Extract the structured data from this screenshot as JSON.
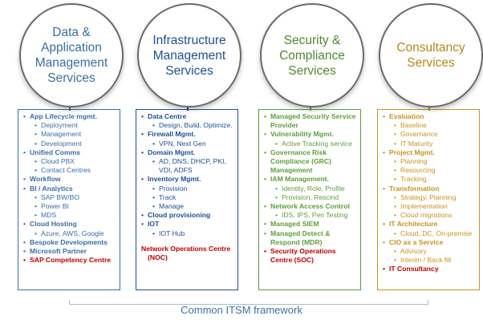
{
  "columns": [
    {
      "title": "Data &\nApplication\nManagement\nServices",
      "accent": "#3a6ea5",
      "title_color": "#3a6ea5",
      "items": [
        {
          "text": "App Lifecycle mgmt.",
          "level": 0
        },
        {
          "text": "Deployment",
          "level": 1
        },
        {
          "text": "Management",
          "level": 1
        },
        {
          "text": "Development",
          "level": 1
        },
        {
          "text": "Unified Comms",
          "level": 0
        },
        {
          "text": "Cloud PBX",
          "level": 1
        },
        {
          "text": "Contact Centres",
          "level": 1
        },
        {
          "text": "Workflow",
          "level": 0
        },
        {
          "text": "BI / Analytics",
          "level": 0
        },
        {
          "text": "SAP BW/BO",
          "level": 1
        },
        {
          "text": "Power BI",
          "level": 1
        },
        {
          "text": "MDS",
          "level": 1
        },
        {
          "text": "Cloud Hosting",
          "level": 0
        },
        {
          "text": "Azure, AWS, Google",
          "level": 1
        },
        {
          "text": "Bespoke Developments",
          "level": 0
        },
        {
          "text": "Microsoft Partner",
          "level": 0
        },
        {
          "text": "SAP Competency Centre",
          "level": 0,
          "red": true
        }
      ]
    },
    {
      "title": "Infrastructure\nManagement\nServices",
      "accent": "#1f4e9a",
      "title_color": "#1f4e9a",
      "items": [
        {
          "text": "Data Centre",
          "level": 0
        },
        {
          "text": "Design, Build, Optimize.",
          "level": 1
        },
        {
          "text": "Firewall Mgmt.",
          "level": 0
        },
        {
          "text": "VPN, Next Gen",
          "level": 1
        },
        {
          "text": "Domain Mgmt.",
          "level": 0
        },
        {
          "text": "AD, DNS, DHCP, PKI, VDI, ADFS",
          "level": 1
        },
        {
          "text": "Inventory Mgmt.",
          "level": 0
        },
        {
          "text": "Provision",
          "level": 1
        },
        {
          "text": "Track",
          "level": 1
        },
        {
          "text": "Manage",
          "level": 1
        },
        {
          "text": "Cloud provisioning",
          "level": 0
        },
        {
          "text": "IOT",
          "level": 0
        },
        {
          "text": "IOT Hub",
          "level": 1
        },
        {
          "text": "",
          "level": "gap"
        },
        {
          "text": "Network Operations Centre (NOC)",
          "level": 0,
          "red": true,
          "nobullet": true
        }
      ]
    },
    {
      "title": "Security &\nCompliance\nServices",
      "accent": "#5d9e3a",
      "title_color": "#4e8a2e",
      "items": [
        {
          "text": "Managed Security Service Provider",
          "level": 0
        },
        {
          "text": "Vulnerability Mgmt.",
          "level": 0
        },
        {
          "text": "Active Tracking service",
          "level": 1
        },
        {
          "text": "Governance Risk Compliance (GRC) Management",
          "level": 0
        },
        {
          "text": "IAM Management.",
          "level": 0
        },
        {
          "text": "Identity, Role, Profile",
          "level": 1
        },
        {
          "text": "Provision, Rescind",
          "level": 1
        },
        {
          "text": "Network Access Control",
          "level": 0
        },
        {
          "text": "IDS, IPS, Pen Testing",
          "level": 1
        },
        {
          "text": "Managed SIEM",
          "level": 0
        },
        {
          "text": "Managed Detect & Respond (MDR)",
          "level": 0
        },
        {
          "text": "Security Operations Centre (SOC)",
          "level": 0,
          "red": true
        }
      ]
    },
    {
      "title": "Consultancy\nServices",
      "accent": "#c8931e",
      "title_color": "#b8861c",
      "items": [
        {
          "text": "Evaluation",
          "level": 0
        },
        {
          "text": "Baseline",
          "level": 1
        },
        {
          "text": "Governance",
          "level": 1
        },
        {
          "text": "IT Maturity",
          "level": 1
        },
        {
          "text": "Project Mgmt.",
          "level": 0
        },
        {
          "text": "Planning",
          "level": 1
        },
        {
          "text": "Resourcing",
          "level": 1
        },
        {
          "text": "Tracking",
          "level": 1
        },
        {
          "text": "Transformation",
          "level": 0
        },
        {
          "text": "Strategy, Planning",
          "level": 1
        },
        {
          "text": "Implementation",
          "level": 1
        },
        {
          "text": "Cloud migrations",
          "level": 1
        },
        {
          "text": "IT Architecture",
          "level": 0
        },
        {
          "text": "Cloud, DC, On-premise",
          "level": 1
        },
        {
          "text": "CIO as a Service",
          "level": 0
        },
        {
          "text": "Advisory",
          "level": 1
        },
        {
          "text": "Interim / Back fill",
          "level": 1
        },
        {
          "text": "IT Consultancy",
          "level": 0,
          "red": true
        }
      ]
    }
  ],
  "footer": "Common ITSM framework",
  "colors": {
    "red": "#c00000",
    "footer": "#3d6fa6",
    "base_line": "#a9bccf"
  }
}
